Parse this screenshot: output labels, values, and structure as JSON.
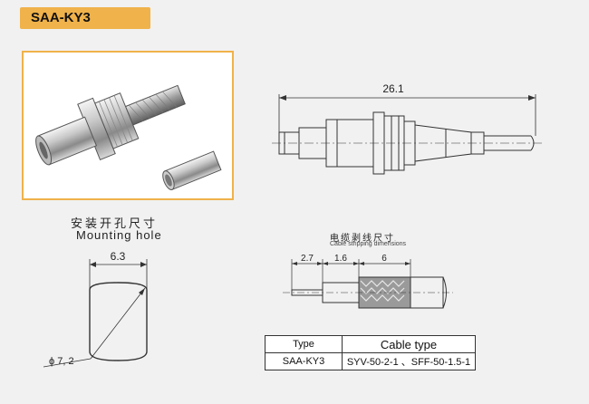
{
  "header": {
    "title": "SAA-KY3"
  },
  "side_view": {
    "overall_length": "26.1"
  },
  "mounting_hole": {
    "title_cn": "安装开孔尺寸",
    "title_en": "Mounting hole",
    "width": "6.3",
    "diameter": "ϕ 7, 2"
  },
  "cable_stripping": {
    "title_cn": "电缆剥线尺寸",
    "title_en": "Cable stripping dimensions",
    "dims": [
      "2.7",
      "1.6",
      "6"
    ]
  },
  "spec_table": {
    "headers": [
      "Type",
      "Cable type"
    ],
    "row": [
      "SAA-KY3",
      "SYV-50-2-1 、SFF-50-1.5-1"
    ]
  },
  "colors": {
    "accent": "#f0b24a",
    "background": "#f1f1f1",
    "line": "#333333"
  }
}
